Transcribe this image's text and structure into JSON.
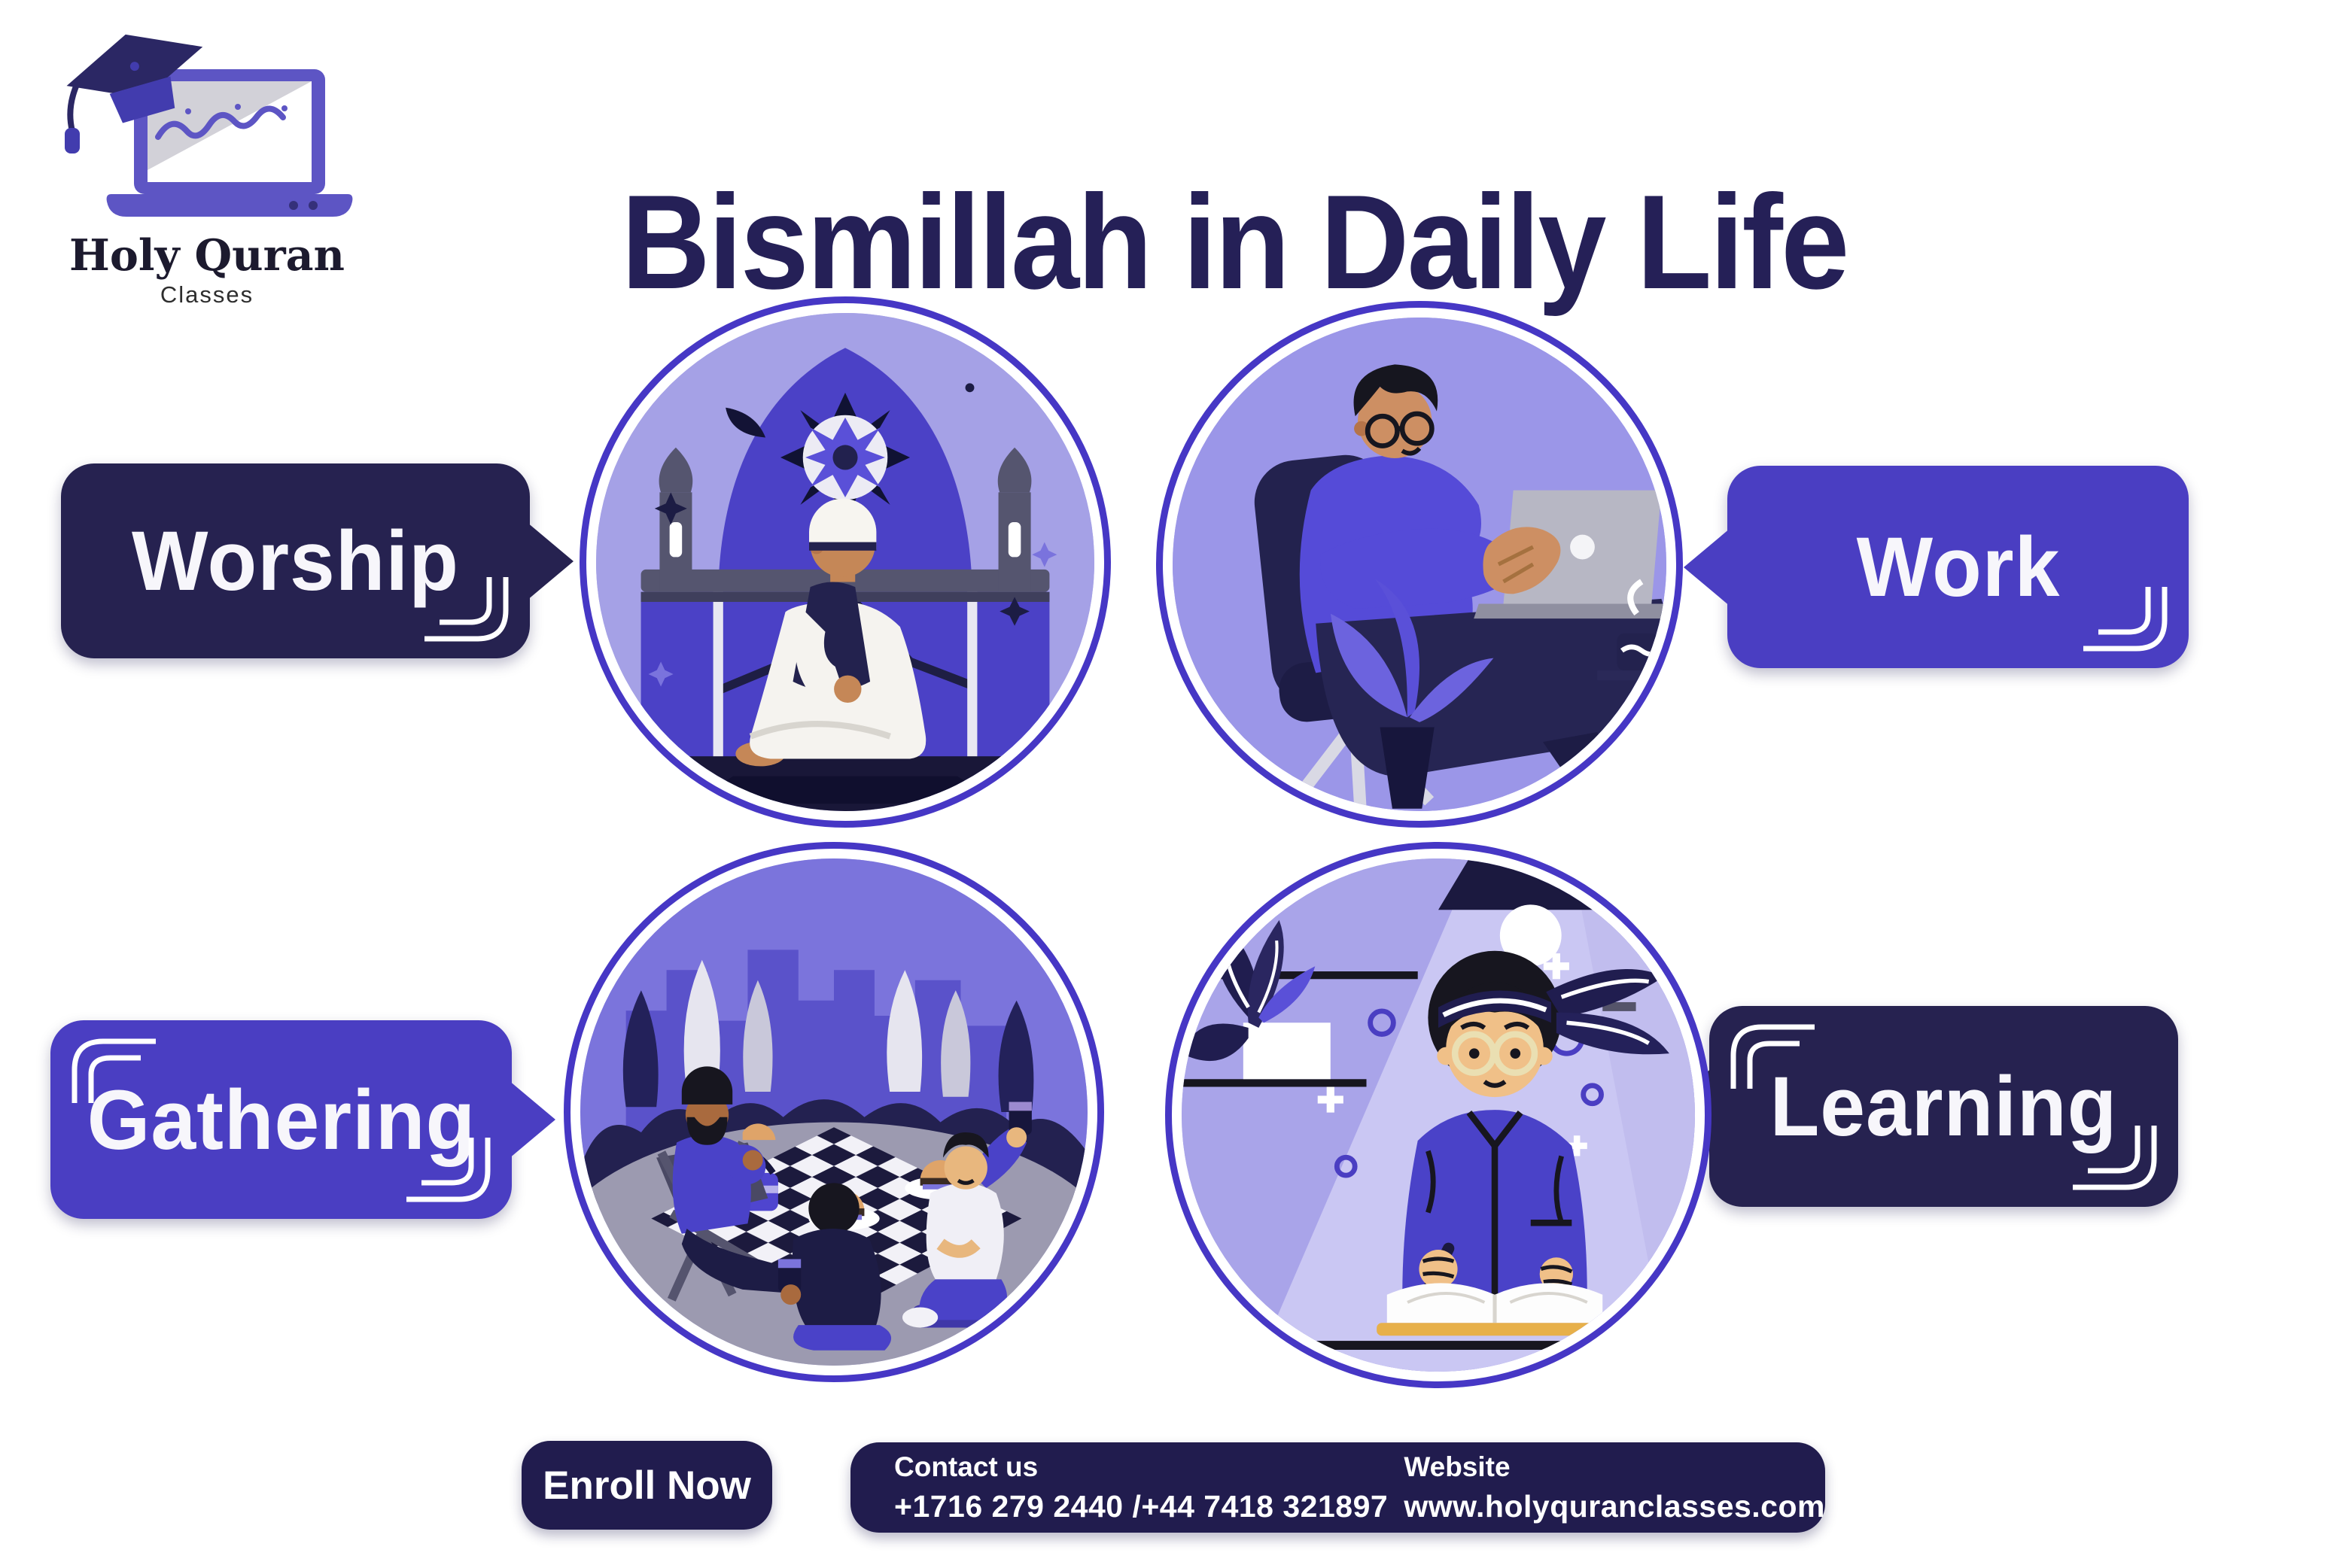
{
  "page": {
    "title": "Bismillah in Daily Life",
    "background": "#ffffff"
  },
  "logo": {
    "title": "Holy Quran",
    "subtitle": "Classes",
    "icon": "graduation-cap-laptop-with-arabic-calligraphy"
  },
  "sections": [
    {
      "id": "worship",
      "label": "Worship",
      "bubble_color": "#262250",
      "bubble_side": "left",
      "pointer_direction": "right",
      "illustration": "man-praying-in-mosque-illustration"
    },
    {
      "id": "work",
      "label": "Work",
      "bubble_color": "#4a3ec2",
      "bubble_side": "right",
      "pointer_direction": "left",
      "illustration": "man-working-on-laptop-illustration"
    },
    {
      "id": "gathering",
      "label": "Gathering",
      "bubble_color": "#4a3ec2",
      "bubble_side": "left",
      "pointer_direction": "right",
      "illustration": "friends-picnic-in-park-illustration"
    },
    {
      "id": "learning",
      "label": "Learning",
      "bubble_color": "#262250",
      "bubble_side": "right",
      "pointer_direction": "left",
      "illustration": "boy-writing-in-book-illustration"
    }
  ],
  "footer": {
    "enroll_label": "Enroll Now",
    "contact_label": "Contact us",
    "contact_numbers": "+1716 279 2440 /+44 7418 321897",
    "website_label": "Website",
    "website_url": "www.holyquranclasses.com"
  },
  "colors": {
    "navy": "#262250",
    "purple": "#4a3ec2",
    "ring_purple": "#4637c5",
    "title_navy": "#252057",
    "footer_bar_navy": "#211c4e",
    "lavender_bg": "#a5a1e6",
    "white": "#ffffff"
  }
}
